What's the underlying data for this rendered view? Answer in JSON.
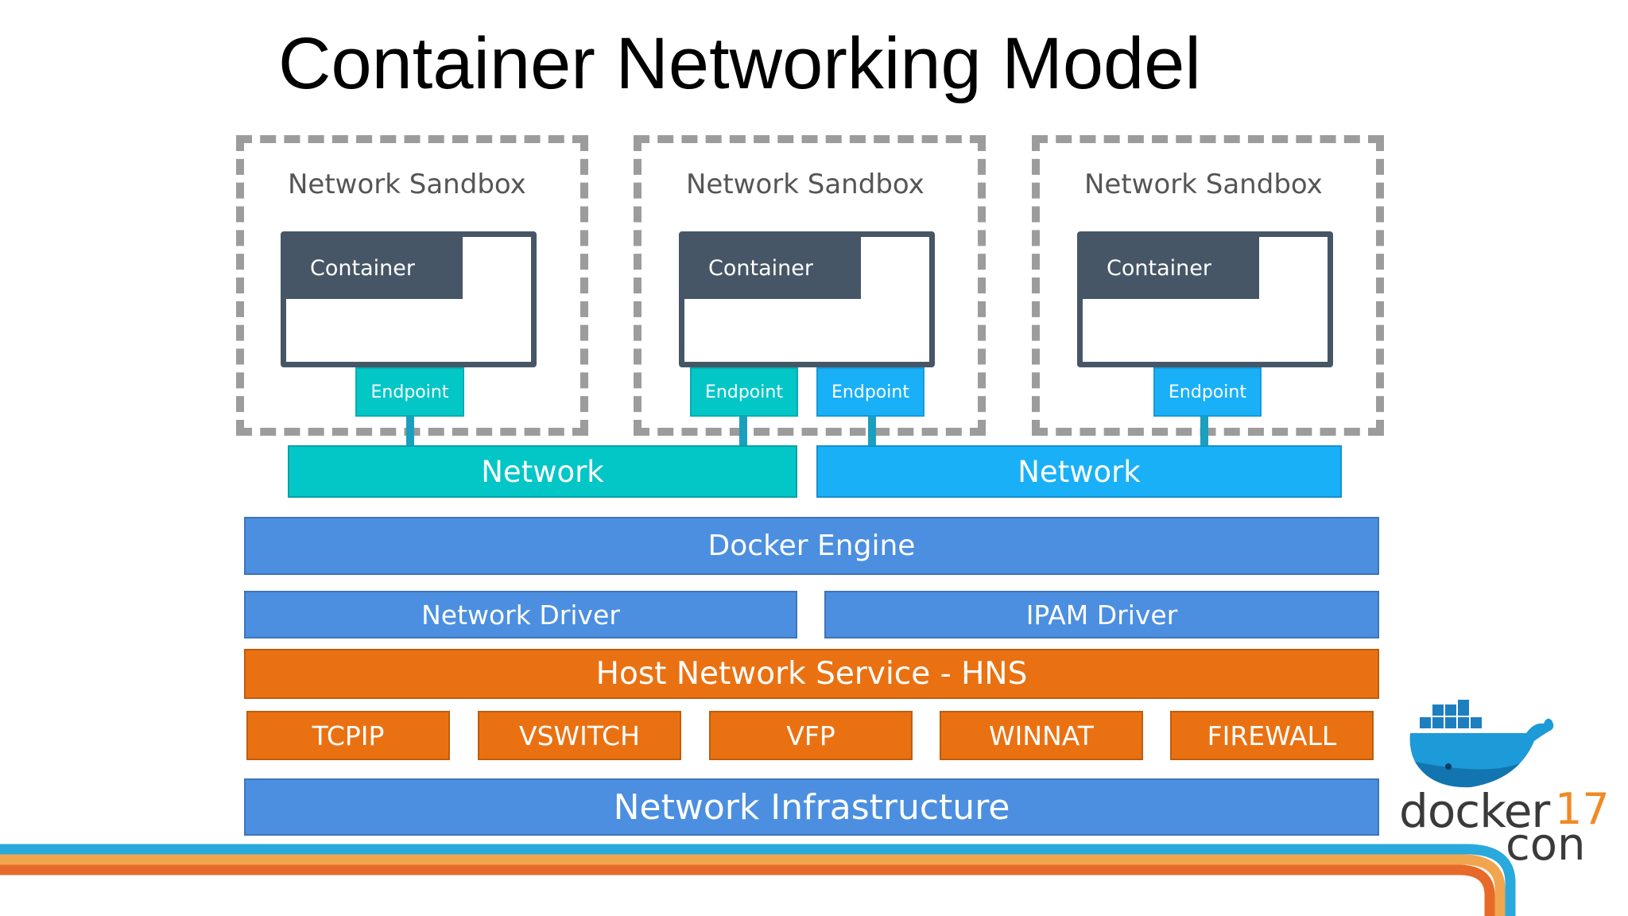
{
  "title": "Container Networking Model",
  "colors": {
    "teal": "#03c6c7",
    "azure": "#1ab0f8",
    "blue": "#4c8fe0",
    "orange": "#ea7112",
    "dark": "#465667",
    "dash": "#9c9c9c"
  },
  "sandboxes": [
    {
      "label": "Network Sandbox",
      "container": "Container",
      "endpoints": [
        "Endpoint"
      ]
    },
    {
      "label": "Network Sandbox",
      "container": "Container",
      "endpoints": [
        "Endpoint",
        "Endpoint"
      ]
    },
    {
      "label": "Network Sandbox",
      "container": "Container",
      "endpoints": [
        "Endpoint"
      ]
    }
  ],
  "networks": [
    "Network",
    "Network"
  ],
  "stack": {
    "docker_engine": "Docker Engine",
    "network_driver": "Network Driver",
    "ipam_driver": "IPAM Driver",
    "hns": "Host Network Service - HNS",
    "components": [
      "TCPIP",
      "VSWITCH",
      "VFP",
      "WINNAT",
      "FIREWALL"
    ],
    "infrastructure": "Network Infrastructure"
  },
  "logo": {
    "icon": "docker-whale-icon",
    "word": "docker",
    "version": "17",
    "suffix": "con"
  }
}
